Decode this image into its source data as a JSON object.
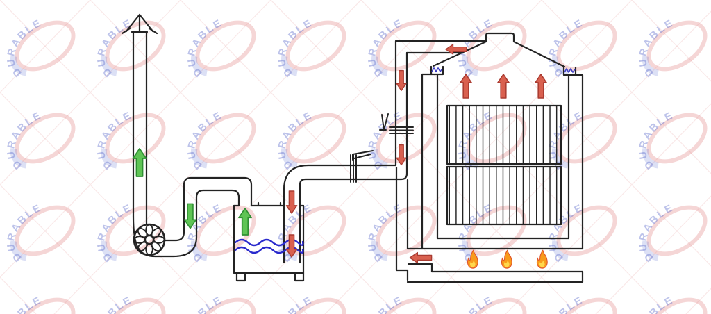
{
  "watermark": {
    "text": "DURABLE"
  },
  "colors": {
    "line": "#232323",
    "green_fill": "#5fc455",
    "green_stroke": "#2f8f33",
    "red_fill": "#d9604f",
    "red_stroke": "#a93b31",
    "water": "#2929cc",
    "spring": "#3c3cc2",
    "flame_outer": "#f89b1c",
    "flame_outer_stroke": "#e2572b",
    "flame_inner": "#ffd84d",
    "watermark_ring": "rgba(226,132,132,0.33)",
    "watermark_text": "rgba(98,112,205,0.42)",
    "watermark_line": "rgba(226,150,150,0.22)",
    "watermark_blue": "rgba(80,98,205,0.20)"
  },
  "flows": {
    "stack_arrow": "up",
    "arch_arrow": "down",
    "tank_outlet_arrow": "up",
    "tank_inlet_arrow_1": "down",
    "tank_inlet_arrow_2": "down",
    "flue_arrow_1": "down",
    "flue_arrow_2": "down",
    "top_duct_arrow": "left",
    "firebox_exit_arrow": "left",
    "furnace_arrow_1": "up",
    "furnace_arrow_2": "up",
    "furnace_arrow_3": "up"
  },
  "flames": {
    "count": 3
  },
  "heat_exchanger": {
    "banks": 2,
    "tubes_per_bank": 16
  },
  "water_surface": {
    "wave_lines": 2
  },
  "dampers": {
    "count": 2
  }
}
